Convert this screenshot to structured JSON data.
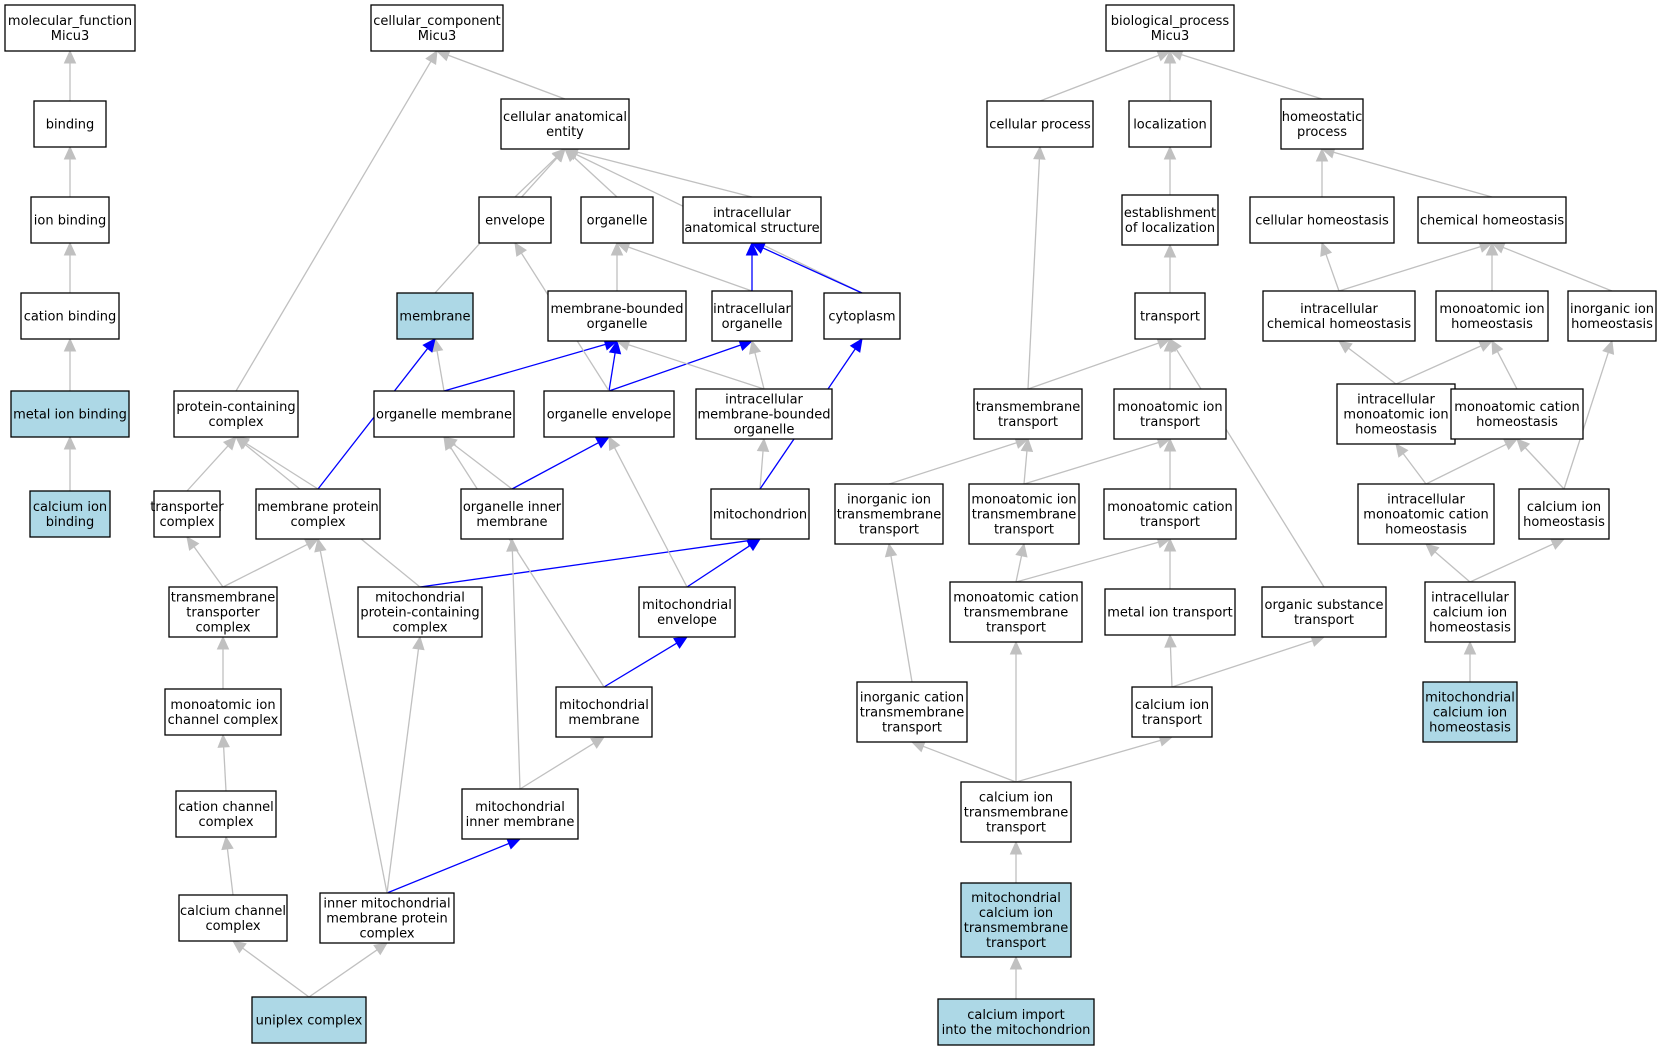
{
  "colors": {
    "node_fill": "#ffffff",
    "highlight_fill": "#add8e6",
    "edge_gray": "#c0c0c0",
    "edge_blue": "#0000ff",
    "border": "#000000"
  },
  "nodes": [
    {
      "id": "mf",
      "label": [
        "molecular_function",
        "Micu3"
      ]
    },
    {
      "id": "binding",
      "label": [
        "binding"
      ]
    },
    {
      "id": "ion_binding",
      "label": [
        "ion binding"
      ]
    },
    {
      "id": "cation_binding",
      "label": [
        "cation binding"
      ]
    },
    {
      "id": "metal_ion_binding",
      "label": [
        "metal ion binding"
      ],
      "highlight": true
    },
    {
      "id": "calcium_ion_binding",
      "label": [
        "calcium ion",
        "binding"
      ],
      "highlight": true
    },
    {
      "id": "cc",
      "label": [
        "cellular_component",
        "Micu3"
      ]
    },
    {
      "id": "cae",
      "label": [
        "cellular anatomical",
        "entity"
      ]
    },
    {
      "id": "envelope",
      "label": [
        "envelope"
      ]
    },
    {
      "id": "organelle",
      "label": [
        "organelle"
      ]
    },
    {
      "id": "ias",
      "label": [
        "intracellular",
        "anatomical structure"
      ]
    },
    {
      "id": "membrane",
      "label": [
        "membrane"
      ],
      "highlight": true
    },
    {
      "id": "mbo",
      "label": [
        "membrane-bounded",
        "organelle"
      ]
    },
    {
      "id": "io",
      "label": [
        "intracellular",
        "organelle"
      ]
    },
    {
      "id": "cytoplasm",
      "label": [
        "cytoplasm"
      ]
    },
    {
      "id": "pcc",
      "label": [
        "protein-containing",
        "complex"
      ]
    },
    {
      "id": "om",
      "label": [
        "organelle membrane"
      ]
    },
    {
      "id": "oe",
      "label": [
        "organelle envelope"
      ]
    },
    {
      "id": "imbo",
      "label": [
        "intracellular",
        "membrane-bounded",
        "organelle"
      ]
    },
    {
      "id": "tc",
      "label": [
        "transporter",
        "complex"
      ]
    },
    {
      "id": "mpc",
      "label": [
        "membrane protein",
        "complex"
      ]
    },
    {
      "id": "oim",
      "label": [
        "organelle inner",
        "membrane"
      ]
    },
    {
      "id": "mito",
      "label": [
        "mitochondrion"
      ]
    },
    {
      "id": "ttc",
      "label": [
        "transmembrane",
        "transporter",
        "complex"
      ]
    },
    {
      "id": "mpcc",
      "label": [
        "mitochondrial",
        "protein-containing",
        "complex"
      ]
    },
    {
      "id": "menv",
      "label": [
        "mitochondrial",
        "envelope"
      ]
    },
    {
      "id": "micc",
      "label": [
        "monoatomic ion",
        "channel complex"
      ]
    },
    {
      "id": "mmem",
      "label": [
        "mitochondrial",
        "membrane"
      ]
    },
    {
      "id": "ccc1",
      "label": [
        "cation channel",
        "complex"
      ]
    },
    {
      "id": "mim",
      "label": [
        "mitochondrial",
        "inner membrane"
      ]
    },
    {
      "id": "cachc",
      "label": [
        "calcium channel",
        "complex"
      ]
    },
    {
      "id": "impc",
      "label": [
        "inner mitochondrial",
        "membrane protein",
        "complex"
      ]
    },
    {
      "id": "uniplex",
      "label": [
        "uniplex complex"
      ],
      "highlight": true
    },
    {
      "id": "bp",
      "label": [
        "biological_process",
        "Micu3"
      ]
    },
    {
      "id": "cellproc",
      "label": [
        "cellular process"
      ]
    },
    {
      "id": "localization",
      "label": [
        "localization"
      ]
    },
    {
      "id": "homeo",
      "label": [
        "homeostatic",
        "process"
      ]
    },
    {
      "id": "eol",
      "label": [
        "establishment",
        "of localization"
      ]
    },
    {
      "id": "cellhomeo",
      "label": [
        "cellular homeostasis"
      ]
    },
    {
      "id": "chemhomeo",
      "label": [
        "chemical homeostasis"
      ]
    },
    {
      "id": "transport",
      "label": [
        "transport"
      ]
    },
    {
      "id": "ich",
      "label": [
        "intracellular",
        "chemical homeostasis"
      ]
    },
    {
      "id": "mih",
      "label": [
        "monoatomic ion",
        "homeostasis"
      ]
    },
    {
      "id": "iih",
      "label": [
        "inorganic ion",
        "homeostasis"
      ]
    },
    {
      "id": "tmt",
      "label": [
        "transmembrane",
        "transport"
      ]
    },
    {
      "id": "mit",
      "label": [
        "monoatomic ion",
        "transport"
      ]
    },
    {
      "id": "imih",
      "label": [
        "intracellular",
        "monoatomic ion",
        "homeostasis"
      ]
    },
    {
      "id": "mch",
      "label": [
        "monoatomic cation",
        "homeostasis"
      ]
    },
    {
      "id": "iitt",
      "label": [
        "inorganic ion",
        "transmembrane",
        "transport"
      ]
    },
    {
      "id": "mitt",
      "label": [
        "monoatomic ion",
        "transmembrane",
        "transport"
      ]
    },
    {
      "id": "mct",
      "label": [
        "monoatomic cation",
        "transport"
      ]
    },
    {
      "id": "imch",
      "label": [
        "intracellular",
        "monoatomic cation",
        "homeostasis"
      ]
    },
    {
      "id": "cih",
      "label": [
        "calcium ion",
        "homeostasis"
      ]
    },
    {
      "id": "mctt",
      "label": [
        "monoatomic cation",
        "transmembrane",
        "transport"
      ]
    },
    {
      "id": "mett",
      "label": [
        "metal ion transport"
      ]
    },
    {
      "id": "ost",
      "label": [
        "organic substance",
        "transport"
      ]
    },
    {
      "id": "icih",
      "label": [
        "intracellular",
        "calcium ion",
        "homeostasis"
      ]
    },
    {
      "id": "ictt",
      "label": [
        "inorganic cation",
        "transmembrane",
        "transport"
      ]
    },
    {
      "id": "cit",
      "label": [
        "calcium ion",
        "transport"
      ]
    },
    {
      "id": "mcih",
      "label": [
        "mitochondrial",
        "calcium ion",
        "homeostasis"
      ],
      "highlight": true
    },
    {
      "id": "citt",
      "label": [
        "calcium ion",
        "transmembrane",
        "transport"
      ]
    },
    {
      "id": "mcitt",
      "label": [
        "mitochondrial",
        "calcium ion",
        "transmembrane",
        "transport"
      ],
      "highlight": true
    },
    {
      "id": "cim",
      "label": [
        "calcium import",
        "into the mitochondrion"
      ],
      "highlight": true
    }
  ],
  "edges": [
    {
      "from": "binding",
      "to": "mf"
    },
    {
      "from": "ion_binding",
      "to": "binding"
    },
    {
      "from": "cation_binding",
      "to": "ion_binding"
    },
    {
      "from": "metal_ion_binding",
      "to": "cation_binding"
    },
    {
      "from": "calcium_ion_binding",
      "to": "metal_ion_binding"
    },
    {
      "from": "cae",
      "to": "cc"
    },
    {
      "from": "pcc",
      "to": "cc"
    },
    {
      "from": "envelope",
      "to": "cae"
    },
    {
      "from": "organelle",
      "to": "cae"
    },
    {
      "from": "ias",
      "to": "cae"
    },
    {
      "from": "membrane",
      "to": "cae"
    },
    {
      "from": "cytoplasm",
      "to": "cae"
    },
    {
      "from": "mbo",
      "to": "organelle"
    },
    {
      "from": "io",
      "to": "organelle"
    },
    {
      "from": "io",
      "to": "ias",
      "blue": true
    },
    {
      "from": "cytoplasm",
      "to": "ias",
      "blue": true
    },
    {
      "from": "om",
      "to": "membrane"
    },
    {
      "from": "om",
      "to": "mbo",
      "blue": true
    },
    {
      "from": "oe",
      "to": "mbo",
      "blue": true
    },
    {
      "from": "oe",
      "to": "io",
      "blue": true
    },
    {
      "from": "oe",
      "to": "envelope"
    },
    {
      "from": "imbo",
      "to": "mbo"
    },
    {
      "from": "imbo",
      "to": "io"
    },
    {
      "from": "tc",
      "to": "pcc"
    },
    {
      "from": "mpc",
      "to": "pcc"
    },
    {
      "from": "mpc",
      "to": "membrane",
      "blue": true
    },
    {
      "from": "mpcc",
      "to": "pcc"
    },
    {
      "from": "oim",
      "to": "om"
    },
    {
      "from": "oim",
      "to": "oe",
      "blue": true
    },
    {
      "from": "mito",
      "to": "imbo"
    },
    {
      "from": "mito",
      "to": "cytoplasm",
      "blue": true
    },
    {
      "from": "ttc",
      "to": "tc"
    },
    {
      "from": "ttc",
      "to": "mpc"
    },
    {
      "from": "mpcc",
      "to": "mito",
      "blue": true
    },
    {
      "from": "menv",
      "to": "mito",
      "blue": true
    },
    {
      "from": "menv",
      "to": "oe"
    },
    {
      "from": "micc",
      "to": "ttc"
    },
    {
      "from": "mmem",
      "to": "menv",
      "blue": true
    },
    {
      "from": "mmem",
      "to": "om"
    },
    {
      "from": "ccc1",
      "to": "micc"
    },
    {
      "from": "mim",
      "to": "mmem"
    },
    {
      "from": "mim",
      "to": "oim"
    },
    {
      "from": "cachc",
      "to": "ccc1"
    },
    {
      "from": "impc",
      "to": "mim",
      "blue": true
    },
    {
      "from": "impc",
      "to": "mpc"
    },
    {
      "from": "impc",
      "to": "mpcc"
    },
    {
      "from": "uniplex",
      "to": "cachc"
    },
    {
      "from": "uniplex",
      "to": "impc"
    },
    {
      "from": "cellproc",
      "to": "bp"
    },
    {
      "from": "localization",
      "to": "bp"
    },
    {
      "from": "homeo",
      "to": "bp"
    },
    {
      "from": "eol",
      "to": "localization"
    },
    {
      "from": "cellhomeo",
      "to": "homeo"
    },
    {
      "from": "chemhomeo",
      "to": "homeo"
    },
    {
      "from": "transport",
      "to": "eol"
    },
    {
      "from": "ich",
      "to": "chemhomeo"
    },
    {
      "from": "mih",
      "to": "chemhomeo"
    },
    {
      "from": "iih",
      "to": "chemhomeo"
    },
    {
      "from": "ich",
      "to": "cellhomeo"
    },
    {
      "from": "tmt",
      "to": "transport"
    },
    {
      "from": "mit",
      "to": "transport"
    },
    {
      "from": "ost",
      "to": "transport"
    },
    {
      "from": "tmt",
      "to": "cellproc"
    },
    {
      "from": "imih",
      "to": "ich"
    },
    {
      "from": "imih",
      "to": "mih"
    },
    {
      "from": "mch",
      "to": "mih"
    },
    {
      "from": "iitt",
      "to": "tmt"
    },
    {
      "from": "mitt",
      "to": "tmt"
    },
    {
      "from": "mitt",
      "to": "mit"
    },
    {
      "from": "mct",
      "to": "mit"
    },
    {
      "from": "imch",
      "to": "imih"
    },
    {
      "from": "imch",
      "to": "mch"
    },
    {
      "from": "cih",
      "to": "mch"
    },
    {
      "from": "cih",
      "to": "iih"
    },
    {
      "from": "mctt",
      "to": "mitt"
    },
    {
      "from": "mctt",
      "to": "mct"
    },
    {
      "from": "mett",
      "to": "mct"
    },
    {
      "from": "icih",
      "to": "imch"
    },
    {
      "from": "icih",
      "to": "cih"
    },
    {
      "from": "ictt",
      "to": "iitt"
    },
    {
      "from": "cit",
      "to": "mett"
    },
    {
      "from": "cit",
      "to": "ost"
    },
    {
      "from": "mcih",
      "to": "icih"
    },
    {
      "from": "citt",
      "to": "ictt"
    },
    {
      "from": "citt",
      "to": "mctt"
    },
    {
      "from": "citt",
      "to": "cit"
    },
    {
      "from": "mcitt",
      "to": "citt"
    },
    {
      "from": "cim",
      "to": "mcitt"
    }
  ]
}
